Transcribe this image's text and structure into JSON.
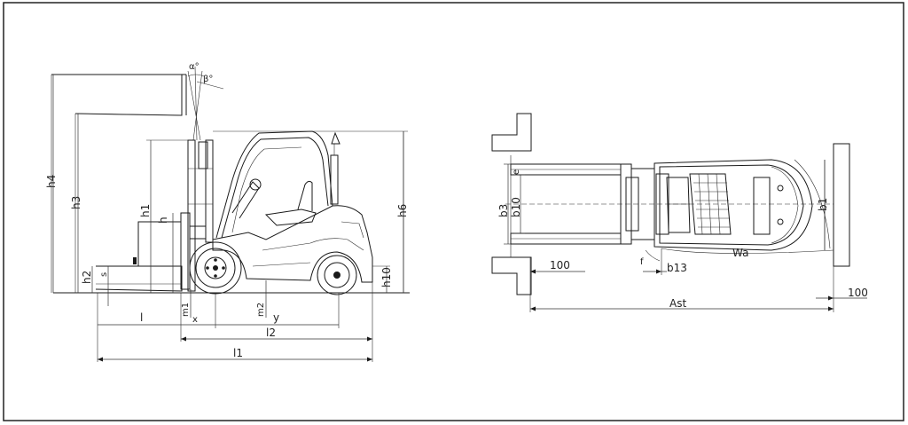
{
  "side_view": {
    "labels": {
      "h4": "h4",
      "h3": "h3",
      "h1": "h1",
      "h": "h",
      "h2": "h2",
      "s": "s",
      "h6": "h6",
      "h10": "h10",
      "alpha": "α°",
      "beta": "β°",
      "l": "l",
      "x": "x",
      "m1": "m1",
      "m2": "m2",
      "y": "y",
      "l2": "l2",
      "l1": "l1"
    }
  },
  "top_view": {
    "labels": {
      "e": "e",
      "b3": "b3",
      "b10": "b10",
      "b1": "b1",
      "b13": "b13",
      "f": "f",
      "Wa": "Wa",
      "dim_100_left": "100",
      "dim_100_right": "100",
      "Ast": "Ast"
    }
  }
}
